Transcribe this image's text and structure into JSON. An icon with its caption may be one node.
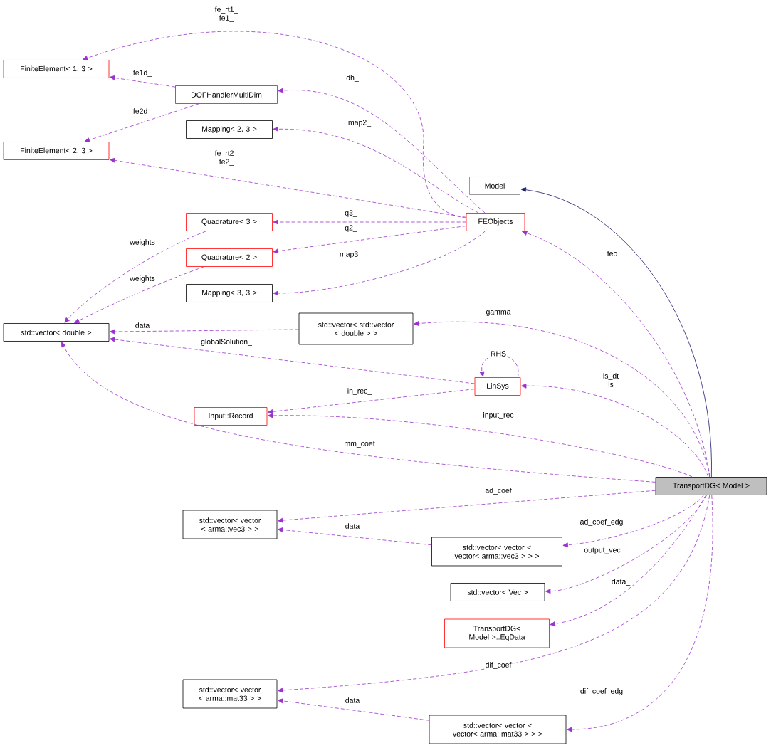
{
  "diagram": {
    "nodes": [
      {
        "text": [
          "FiniteElement< 1, 3 >"
        ]
      },
      {
        "text": [
          "DOFHandlerMultiDim"
        ]
      },
      {
        "text": [
          "Mapping< 2, 3 >"
        ]
      },
      {
        "text": [
          "FiniteElement< 2, 3 >"
        ]
      },
      {
        "text": [
          "Model"
        ]
      },
      {
        "text": [
          "FEObjects"
        ]
      },
      {
        "text": [
          "Quadrature< 3 >"
        ]
      },
      {
        "text": [
          "Quadrature< 2 >"
        ]
      },
      {
        "text": [
          "Mapping< 3, 3 >"
        ]
      },
      {
        "text": [
          "std::vector< double >"
        ]
      },
      {
        "text": [
          "std::vector< std::vector < double > >"
        ]
      },
      {
        "text": [
          "LinSys"
        ]
      },
      {
        "text": [
          "Input::Record"
        ]
      },
      {
        "text": [
          "TransportDG< Model >"
        ]
      },
      {
        "text": [
          "std::vector< vector < arma::vec3 > >"
        ]
      },
      {
        "text": [
          "std::vector< vector < vector< arma::vec3 > > >"
        ]
      },
      {
        "text": [
          "std::vector< Vec >"
        ]
      },
      {
        "text": [
          "TransportDG< Model >::EqData"
        ]
      },
      {
        "text": [
          "std::vector< vector < arma::mat33 > >"
        ]
      },
      {
        "text": [
          "std::vector< vector < vector< arma::mat33 > > >"
        ]
      }
    ],
    "edges": [
      {
        "from": 5,
        "to": 0,
        "arrow": "to",
        "label": "fe_rt1_ fe1_",
        "style": "dashed"
      },
      {
        "from": 1,
        "to": 0,
        "arrow": "to",
        "label": "fe1d_",
        "style": "dashed"
      },
      {
        "from": 5,
        "to": 1,
        "arrow": "to",
        "label": "dh_",
        "style": "dashed"
      },
      {
        "from": 1,
        "to": 3,
        "arrow": "to",
        "label": "fe2d_",
        "style": "dashed"
      },
      {
        "from": 5,
        "to": 2,
        "arrow": "to",
        "label": "map2_",
        "style": "dashed"
      },
      {
        "from": 5,
        "to": 3,
        "arrow": "to",
        "label": "fe_rt2_ fe2_",
        "style": "dashed"
      },
      {
        "from": 13,
        "to": 4,
        "arrow": "to",
        "color": "#191970"
      },
      {
        "from": 5,
        "to": 6,
        "arrow": "to",
        "label": "q3_",
        "style": "dashed"
      },
      {
        "from": 5,
        "to": 7,
        "arrow": "to",
        "label": "q2_",
        "style": "dashed"
      },
      {
        "from": 5,
        "to": 8,
        "arrow": "to",
        "label": "map3_",
        "style": "dashed"
      },
      {
        "from": 13,
        "to": 5,
        "arrow": "to",
        "label": "feo",
        "style": "dashed"
      },
      {
        "from": 6,
        "to": 9,
        "arrow": "to",
        "label": "weights",
        "style": "dashed"
      },
      {
        "from": 7,
        "to": 9,
        "arrow": "to",
        "label": "weights",
        "style": "dashed"
      },
      {
        "from": 10,
        "to": 9,
        "arrow": "to",
        "label": "data",
        "style": "dashed"
      },
      {
        "from": 11,
        "to": 9,
        "arrow": "to",
        "label": "globalSolution_",
        "style": "dashed"
      },
      {
        "from": 13,
        "to": 10,
        "arrow": "to",
        "label": "gamma",
        "style": "dashed"
      },
      {
        "from": 11,
        "to": 11,
        "arrow": "to",
        "label": "RHS",
        "style": "dashed"
      },
      {
        "from": 11,
        "to": 12,
        "arrow": "to",
        "label": "in_rec_",
        "style": "dashed"
      },
      {
        "from": 13,
        "to": 11,
        "arrow": "to",
        "label": "ls_dt ls",
        "style": "dashed"
      },
      {
        "from": 13,
        "to": 12,
        "arrow": "to",
        "label": "input_rec",
        "style": "dashed"
      },
      {
        "from": 13,
        "to": 9,
        "arrow": "to",
        "label": "mm_coef",
        "style": "dashed"
      },
      {
        "from": 13,
        "to": 14,
        "arrow": "to",
        "label": "ad_coef",
        "style": "dashed"
      },
      {
        "from": 15,
        "to": 14,
        "arrow": "to",
        "label": "data",
        "style": "dashed"
      },
      {
        "from": 13,
        "to": 15,
        "arrow": "to",
        "label": "ad_coef_edg",
        "style": "dashed"
      },
      {
        "from": 13,
        "to": 16,
        "arrow": "to",
        "label": "output_vec",
        "style": "dashed"
      },
      {
        "from": 13,
        "to": 17,
        "arrow": "to",
        "label": "data_",
        "style": "dashed"
      },
      {
        "from": 13,
        "to": 18,
        "arrow": "to",
        "label": "dif_coef",
        "style": "dashed"
      },
      {
        "from": 19,
        "to": 18,
        "arrow": "to",
        "label": "data",
        "style": "dashed"
      },
      {
        "from": 13,
        "to": 19,
        "arrow": "to",
        "label": "dif_coef_edg",
        "style": "dashed"
      }
    ]
  }
}
